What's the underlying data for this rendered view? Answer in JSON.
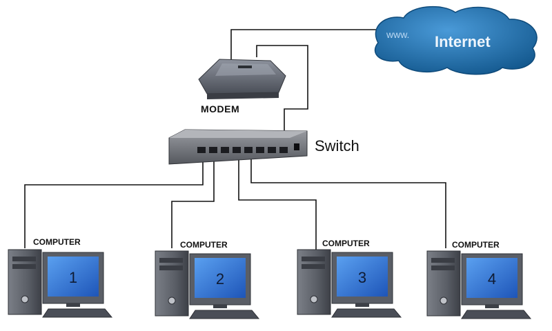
{
  "labels": {
    "internet": "Internet",
    "internet_prefix": "www.",
    "modem": "MODEM",
    "switch": "Switch"
  },
  "computers": [
    {
      "label": "COMPUTER",
      "number": "1"
    },
    {
      "label": "COMPUTER",
      "number": "2"
    },
    {
      "label": "COMPUTER",
      "number": "3"
    },
    {
      "label": "COMPUTER",
      "number": "4"
    }
  ],
  "colors": {
    "cloud": "#1f6fb0",
    "cloud_text": "#e8f1fb",
    "device_gray": "#6b6f78",
    "screen_blue": "#2f6fd0",
    "cable": "#111111"
  }
}
